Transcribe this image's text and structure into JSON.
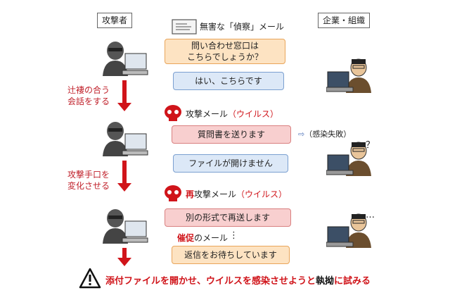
{
  "labels": {
    "attacker": "攻撃者",
    "company": "企業・組織"
  },
  "step1": {
    "mail_title": "無害な「偵察」メール",
    "attacker_msg": "問い合わせ窓口は\nこちらでしょうか？",
    "company_msg": "はい、こちらです"
  },
  "side1": "辻褄の合う\n会話をする",
  "step2": {
    "mail_title_a": "攻撃メール",
    "mail_title_b": "（ウイルス）",
    "attacker_msg": "質問書を送ります",
    "infection_note": "（感染失敗）",
    "question_mark": "？",
    "company_msg": "ファイルが開けません"
  },
  "side2": "攻撃手口を\n変化させる",
  "step3": {
    "mail_title_re": "再",
    "mail_title_a": "攻撃メール",
    "mail_title_b": "（ウイルス）",
    "attacker_msg": "別の形式で再送します",
    "ellipsis_company": "…",
    "reminder_label_a": "催促",
    "reminder_label_b": "のメール",
    "ellipsis_attacker": "⋮",
    "attacker_msg2": "返信をお待ちしています"
  },
  "bottom": {
    "part1": "添付ファイルを開かせ、ウイルスを感染させようと",
    "part2": "執拗",
    "part3": "に試みる"
  },
  "colors": {
    "arrow": "#d0141a",
    "orange": "#fde3c2",
    "blue": "#dce8f7",
    "red": "#f8cfcf"
  }
}
